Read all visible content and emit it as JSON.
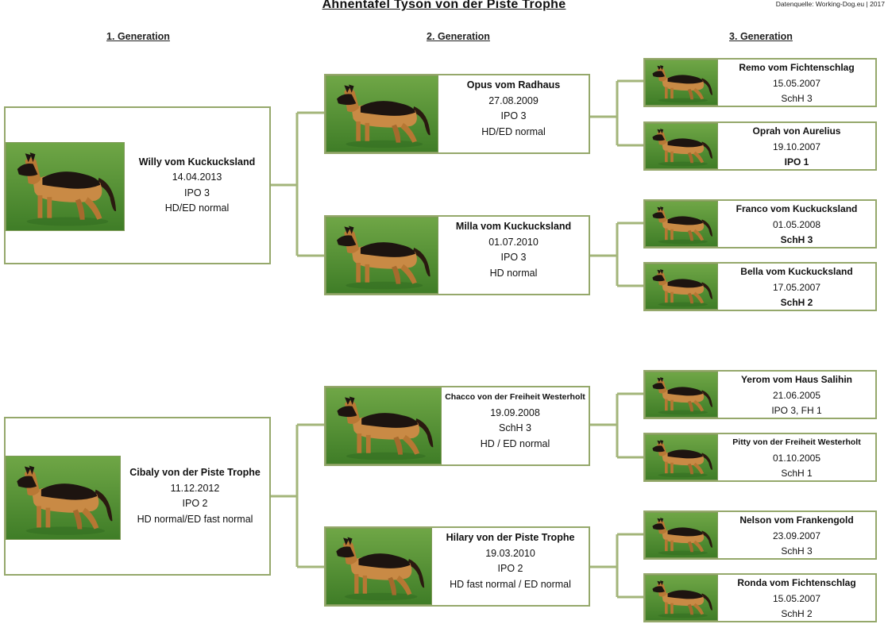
{
  "header": {
    "title": "Ahnentafel Tyson von der Piste Trophe",
    "source": "Datenquelle: Working-Dog.eu | 2017"
  },
  "generations": [
    "1. Generation",
    "2. Generation",
    "3. Generation"
  ],
  "colors": {
    "border": "#95a86b",
    "connector": "#a3b57a",
    "grass": "#5f9a3a"
  },
  "gen1": [
    {
      "name": "Willy vom Kuckucksland",
      "date": "14.04.2013",
      "title": "IPO 3",
      "health": "HD/ED normal"
    },
    {
      "name": "Cibaly von der Piste Trophe",
      "date": "11.12.2012",
      "title": "IPO 2",
      "health": "HD normal/ED fast normal"
    }
  ],
  "gen2": [
    {
      "name": "Opus vom Radhaus",
      "date": "27.08.2009",
      "title": "IPO 3",
      "health": "HD/ED normal"
    },
    {
      "name": "Milla vom Kuckucksland",
      "date": "01.07.2010",
      "title": "IPO 3",
      "health": "HD normal"
    },
    {
      "name": "Chacco von der Freiheit Westerholt",
      "date": "19.09.2008",
      "title": "SchH 3",
      "health": "HD  / ED normal"
    },
    {
      "name": "Hilary von der Piste Trophe",
      "date": "19.03.2010",
      "title": "IPO 2",
      "health": "HD fast normal / ED normal"
    }
  ],
  "gen3": [
    {
      "name": "Remo vom Fichtenschlag",
      "date": "15.05.2007",
      "title": "SchH 3"
    },
    {
      "name": "Oprah von Aurelius",
      "date": "19.10.2007",
      "title": "IPO 1"
    },
    {
      "name": "Franco vom Kuckucksland",
      "date": "01.05.2008",
      "title": "SchH 3"
    },
    {
      "name": "Bella vom Kuckucksland",
      "date": "17.05.2007",
      "title": "SchH 2"
    },
    {
      "name": "Yerom vom Haus Salihin",
      "date": "21.06.2005",
      "title": "IPO 3, FH 1"
    },
    {
      "name": "Pitty von der Freiheit Westerholt",
      "date": "01.10.2005",
      "title": "SchH 1"
    },
    {
      "name": "Nelson vom Frankengold",
      "date": "23.09.2007",
      "title": "SchH 3"
    },
    {
      "name": "Ronda vom Fichtenschlag",
      "date": "15.05.2007",
      "title": "SchH 2"
    }
  ]
}
